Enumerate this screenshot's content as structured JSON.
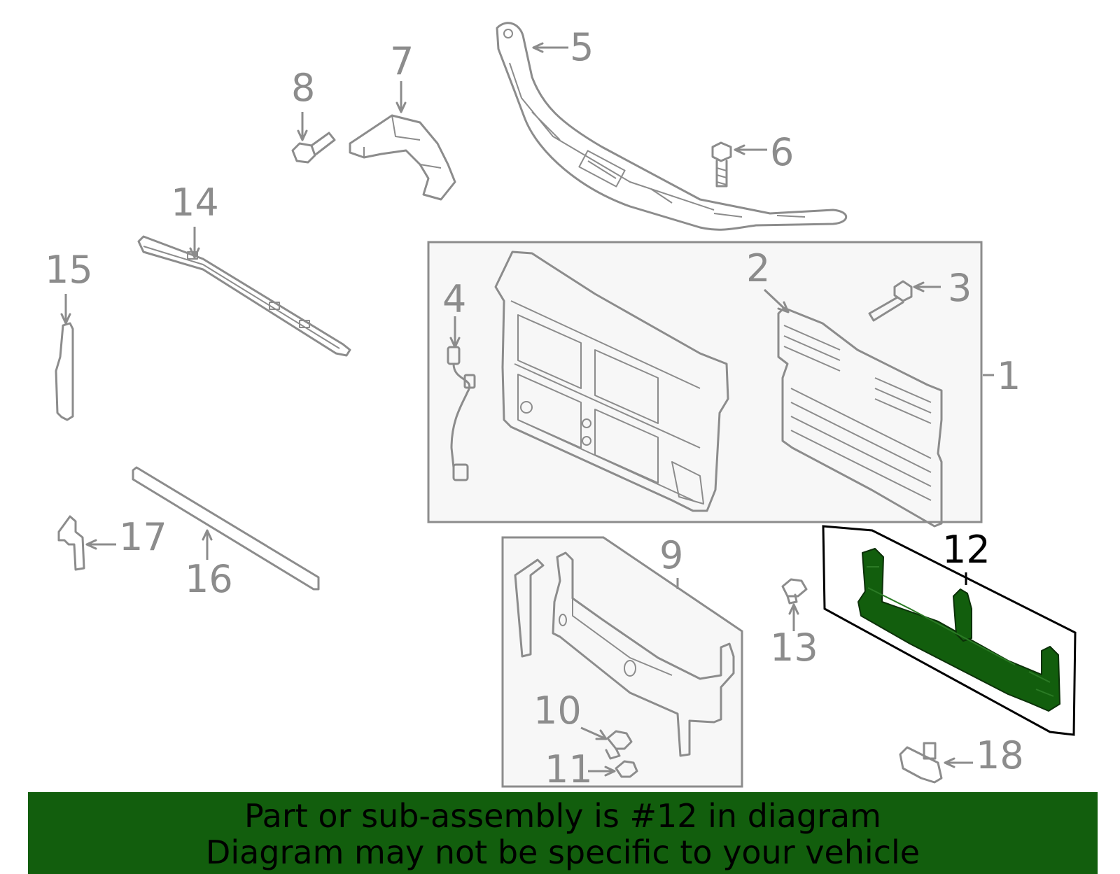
{
  "diagram": {
    "callouts": [
      "1",
      "2",
      "3",
      "4",
      "5",
      "6",
      "7",
      "8",
      "9",
      "10",
      "11",
      "12",
      "13",
      "14",
      "15",
      "16",
      "17",
      "18"
    ],
    "highlighted_callout": "12",
    "highlight_color": "#125e0d",
    "line_color": "#8c8c8c"
  },
  "banner": {
    "line1": "Part or sub-assembly is #12 in diagram",
    "line2": "Diagram may not be specific to your vehicle",
    "background": "#125e0d"
  }
}
